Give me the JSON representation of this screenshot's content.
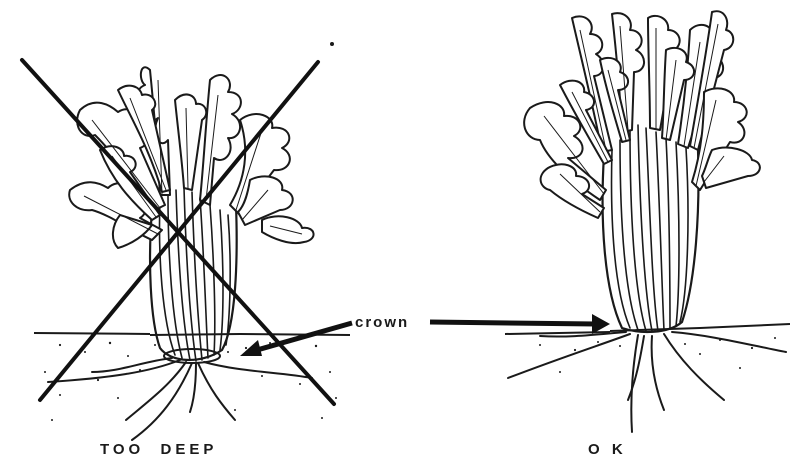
{
  "labels": {
    "left_caption": "TOO  DEEP",
    "right_caption": "O K",
    "crown_label": "crown"
  },
  "colors": {
    "ink": "#1a1a1a",
    "background": "#ffffff"
  }
}
